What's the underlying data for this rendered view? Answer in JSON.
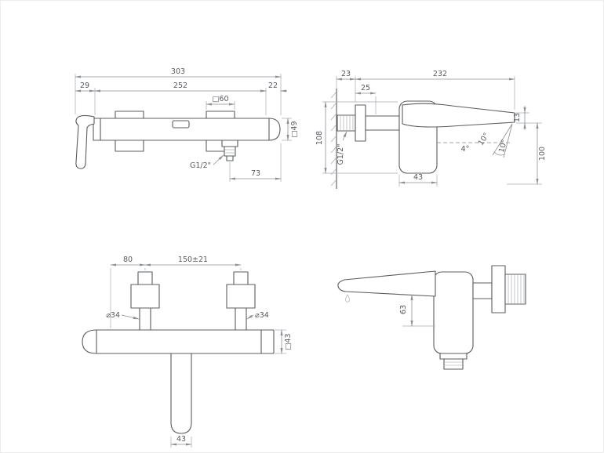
{
  "style": {
    "background": "#ffffff",
    "line_color": "#585d61",
    "dim_color": "#8a9096"
  },
  "views": {
    "front": {
      "dims": {
        "total_width": "303",
        "handle_overhang": "29",
        "body_width": "252",
        "end_cap": "22",
        "escutcheon_square": "□60",
        "body_section": "□49",
        "outlet_thread": "G1/2\"",
        "outlet_offset": "73"
      }
    },
    "side": {
      "dims": {
        "wall_gap": "23",
        "total_depth": "232",
        "escutcheon_depth": "25",
        "body_height": "108",
        "wall_thread": "G1/2\"",
        "tip_drop": "13",
        "clearance": "100",
        "spout_angle": "4°",
        "spray_angle_left": "10°",
        "spray_angle_right": "10°",
        "body_depth": "43"
      }
    },
    "plan": {
      "dims": {
        "handle_offset": "80",
        "connection_centers": "150±21",
        "escutcheon_left": "⌀34",
        "escutcheon_right": "⌀34",
        "body_section": "□43",
        "spout_width": "43"
      }
    },
    "side_mirrored": {
      "dims": {
        "spout_drop": "63"
      }
    }
  }
}
